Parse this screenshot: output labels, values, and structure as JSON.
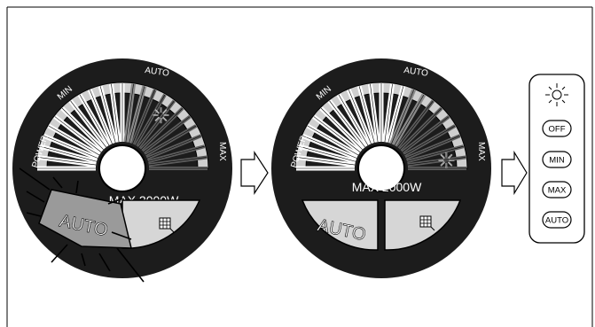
{
  "dials": [
    {
      "labels": {
        "power": "POWER",
        "min": "MIN",
        "auto": "AUTO",
        "max": "MAX"
      },
      "rating": "MAX 2000W",
      "mode_button": "AUTO",
      "mode_button_highlighted": true,
      "level": 0.62,
      "indicator_segment": 0.7
    },
    {
      "labels": {
        "power": "POWER",
        "min": "MIN",
        "auto": "AUTO",
        "max": "MAX"
      },
      "rating": "MAX 2000W",
      "mode_button": "AUTO",
      "mode_button_highlighted": false,
      "level": 0.7,
      "indicator_segment": 0.96
    }
  ],
  "remote": {
    "buttons": [
      "OFF",
      "MIN",
      "MAX",
      "AUTO"
    ]
  },
  "icons": [
    "arrow-right-icon",
    "sun-icon",
    "grid-icon",
    "sparkle-icon"
  ],
  "colors": {
    "dial_body": "#1c1c1c",
    "ring": "#cfcfcf",
    "segment_dark": "#6a6a6a",
    "segment_light": "#ffffff",
    "button_highlight": "#9a9a9a",
    "button_normal": "#d6d6d6"
  }
}
